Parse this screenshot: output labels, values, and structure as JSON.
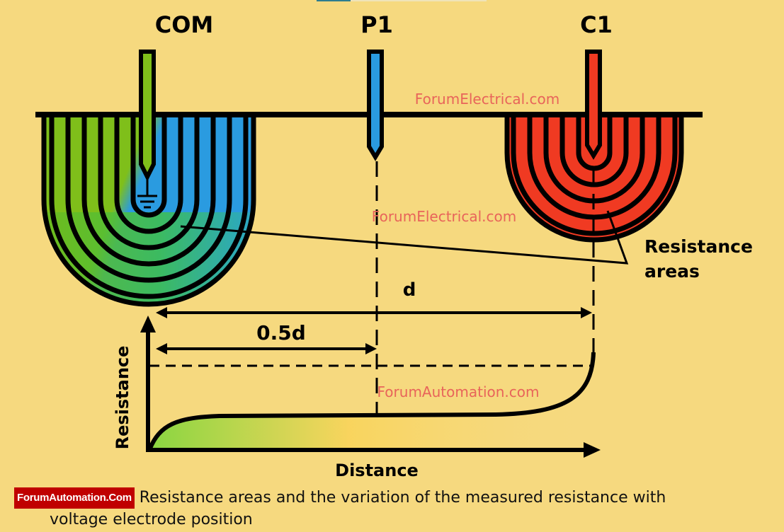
{
  "progress_bar": {
    "fill_fraction": 0.2,
    "colors": {
      "fill": "#2e7d8f",
      "track": "#efe3b8"
    }
  },
  "electrodes": [
    {
      "id": "com",
      "label": "COM",
      "color": "#7fbf1a"
    },
    {
      "id": "p1",
      "label": "P1",
      "color": "#2a9be0"
    },
    {
      "id": "c1",
      "label": "C1",
      "color": "#f03a22"
    }
  ],
  "colors": {
    "background": "#f6d97f",
    "com_green": "#7fbf1a",
    "com_blue": "#2a9be0",
    "c1_red": "#f03a22",
    "watermark": "#e8645a",
    "badge": "#c00000"
  },
  "annotations": {
    "resistance_areas_line1": "Resistance",
    "resistance_areas_line2": "areas",
    "distance_d": "d",
    "distance_half": "0.5d"
  },
  "watermarks": {
    "top": "ForumElectrical.com",
    "middle": "ForumElectrical.com",
    "graph": "ForumAutomation.com"
  },
  "graph": {
    "x_axis_label": "Distance",
    "y_axis_label": "Resistance"
  },
  "caption": {
    "badge": "ForumAutomation.Com",
    "line1": "Resistance areas and the variation of the measured resistance with",
    "line2": "voltage electrode position"
  }
}
